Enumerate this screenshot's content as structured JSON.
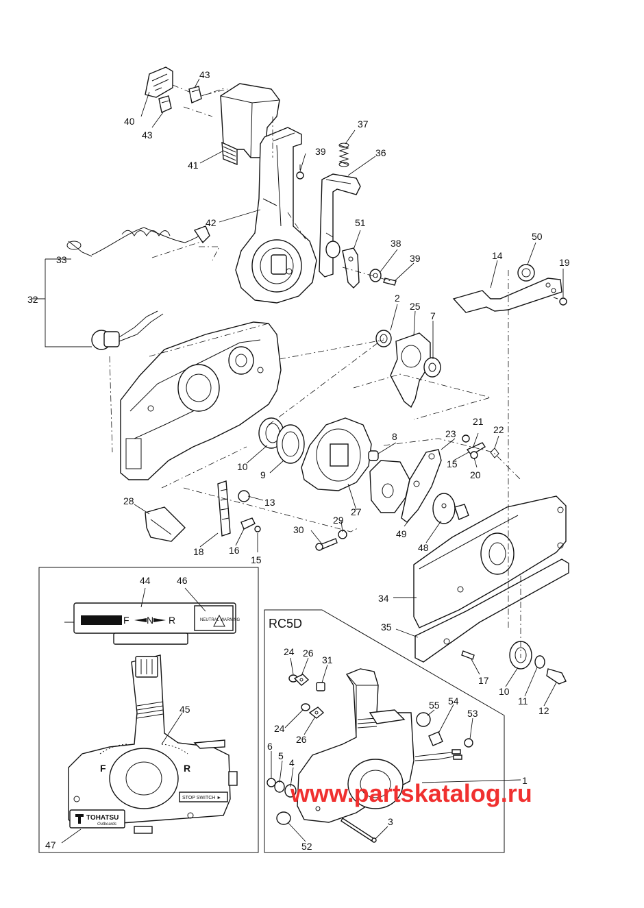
{
  "inset_title": "RC5D",
  "watermark": "www.partskatalog.ru",
  "inset_panel": {
    "scale_text": "F ◼◼◼ N ◼◼◼ R",
    "forward_mark": "F",
    "neutral_mark": "N",
    "reverse_mark": "R",
    "tag_text": "NEUTRAL WARNING",
    "body_f": "F",
    "body_r": "R",
    "stop_switch": "STOP SWITCH ►",
    "brand": "TOHATSU",
    "brand_sub": "Outboards"
  },
  "callouts": [
    {
      "id": "c-43a",
      "text": "43"
    },
    {
      "id": "c-40",
      "text": "40"
    },
    {
      "id": "c-43b",
      "text": "43"
    },
    {
      "id": "c-41",
      "text": "41"
    },
    {
      "id": "c-37",
      "text": "37"
    },
    {
      "id": "c-39a",
      "text": "39"
    },
    {
      "id": "c-36",
      "text": "36"
    },
    {
      "id": "c-42",
      "text": "42"
    },
    {
      "id": "c-51",
      "text": "51"
    },
    {
      "id": "c-38",
      "text": "38"
    },
    {
      "id": "c-39b",
      "text": "39"
    },
    {
      "id": "c-50",
      "text": "50"
    },
    {
      "id": "c-14",
      "text": "14"
    },
    {
      "id": "c-19",
      "text": "19"
    },
    {
      "id": "c-33",
      "text": "33"
    },
    {
      "id": "c-32",
      "text": "32"
    },
    {
      "id": "c-2",
      "text": "2"
    },
    {
      "id": "c-25",
      "text": "25"
    },
    {
      "id": "c-7",
      "text": "7"
    },
    {
      "id": "c-21",
      "text": "21"
    },
    {
      "id": "c-22",
      "text": "22"
    },
    {
      "id": "c-23",
      "text": "23"
    },
    {
      "id": "c-8",
      "text": "8"
    },
    {
      "id": "c-15a",
      "text": "15"
    },
    {
      "id": "c-20",
      "text": "20"
    },
    {
      "id": "c-10a",
      "text": "10"
    },
    {
      "id": "c-9",
      "text": "9"
    },
    {
      "id": "c-13",
      "text": "13"
    },
    {
      "id": "c-27",
      "text": "27"
    },
    {
      "id": "c-28",
      "text": "28"
    },
    {
      "id": "c-29",
      "text": "29"
    },
    {
      "id": "c-30",
      "text": "30"
    },
    {
      "id": "c-49",
      "text": "49"
    },
    {
      "id": "c-48",
      "text": "48"
    },
    {
      "id": "c-18",
      "text": "18"
    },
    {
      "id": "c-16",
      "text": "16"
    },
    {
      "id": "c-15b",
      "text": "15"
    },
    {
      "id": "c-44",
      "text": "44"
    },
    {
      "id": "c-46",
      "text": "46"
    },
    {
      "id": "c-34",
      "text": "34"
    },
    {
      "id": "c-35",
      "text": "35"
    },
    {
      "id": "c-45",
      "text": "45"
    },
    {
      "id": "c-17",
      "text": "17"
    },
    {
      "id": "c-10b",
      "text": "10"
    },
    {
      "id": "c-11",
      "text": "11"
    },
    {
      "id": "c-12",
      "text": "12"
    },
    {
      "id": "c-47",
      "text": "47"
    },
    {
      "id": "c-24a",
      "text": "24"
    },
    {
      "id": "c-26a",
      "text": "26"
    },
    {
      "id": "c-31",
      "text": "31"
    },
    {
      "id": "c-55",
      "text": "55"
    },
    {
      "id": "c-54",
      "text": "54"
    },
    {
      "id": "c-53",
      "text": "53"
    },
    {
      "id": "c-24b",
      "text": "24"
    },
    {
      "id": "c-26b",
      "text": "26"
    },
    {
      "id": "c-6",
      "text": "6"
    },
    {
      "id": "c-5",
      "text": "5"
    },
    {
      "id": "c-4",
      "text": "4"
    },
    {
      "id": "c-1",
      "text": "1"
    },
    {
      "id": "c-3",
      "text": "3"
    },
    {
      "id": "c-52",
      "text": "52"
    }
  ]
}
